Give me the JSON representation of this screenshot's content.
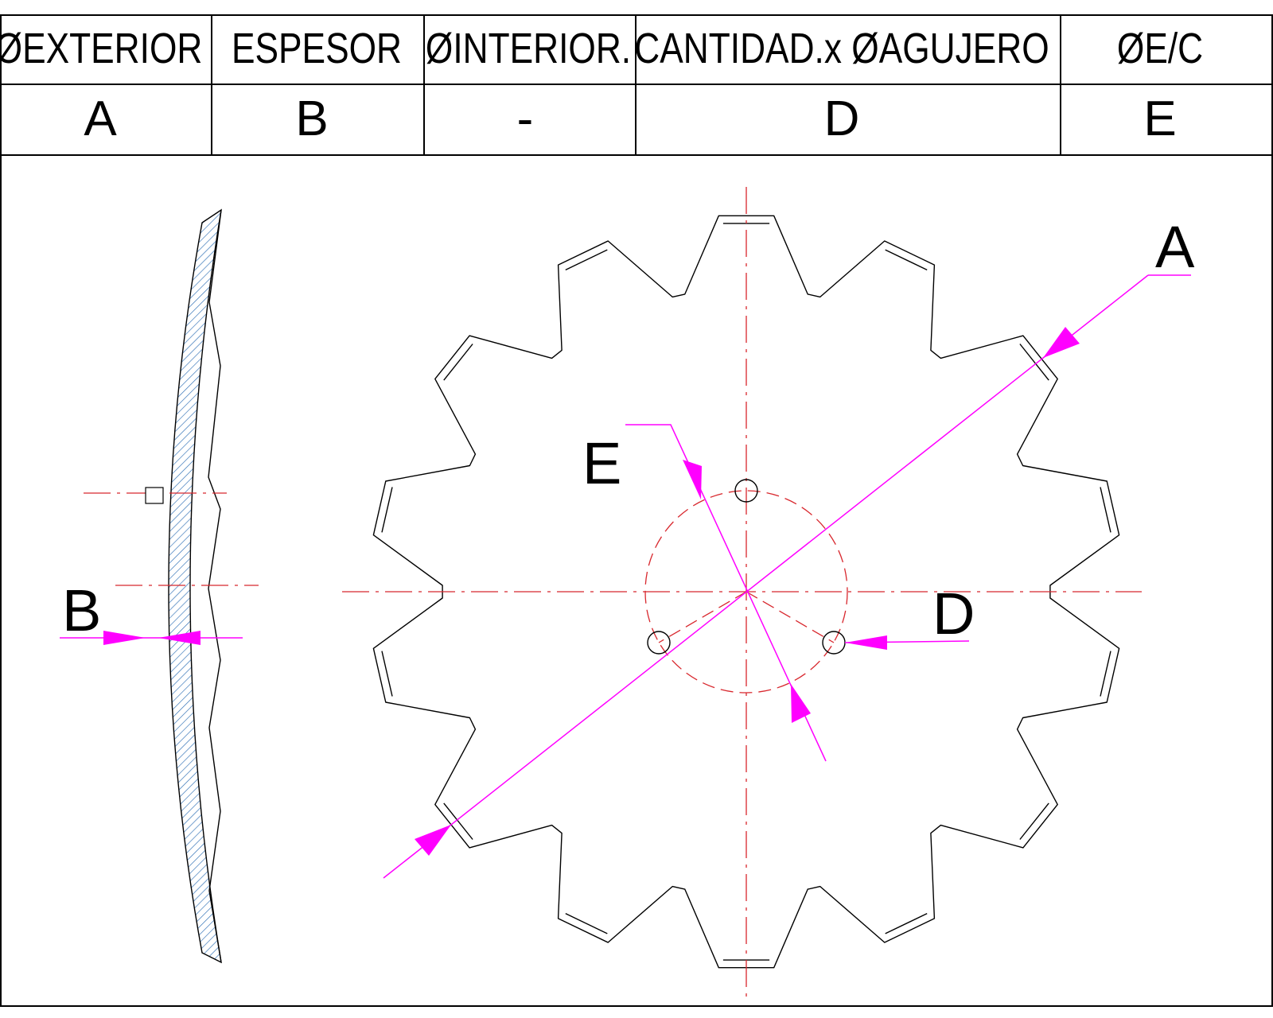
{
  "table": {
    "headers": [
      "ØEXTERIOR",
      "ESPESOR",
      "ØINTERIOR.",
      "CANTIDAD.x ØAGUJERO",
      "ØE/C"
    ],
    "values": [
      "A",
      "B",
      "-",
      "D",
      "E"
    ]
  },
  "callouts": {
    "outer_diameter": "A",
    "thickness": "B",
    "holes": "D",
    "bolt_circle": "E"
  },
  "colors": {
    "outline": "#000000",
    "center_lines": "#d8272d",
    "dimensions": "#ff00ff",
    "hatch": "#2e6fb5"
  },
  "drawing": {
    "teeth": 14,
    "holes": 3
  }
}
